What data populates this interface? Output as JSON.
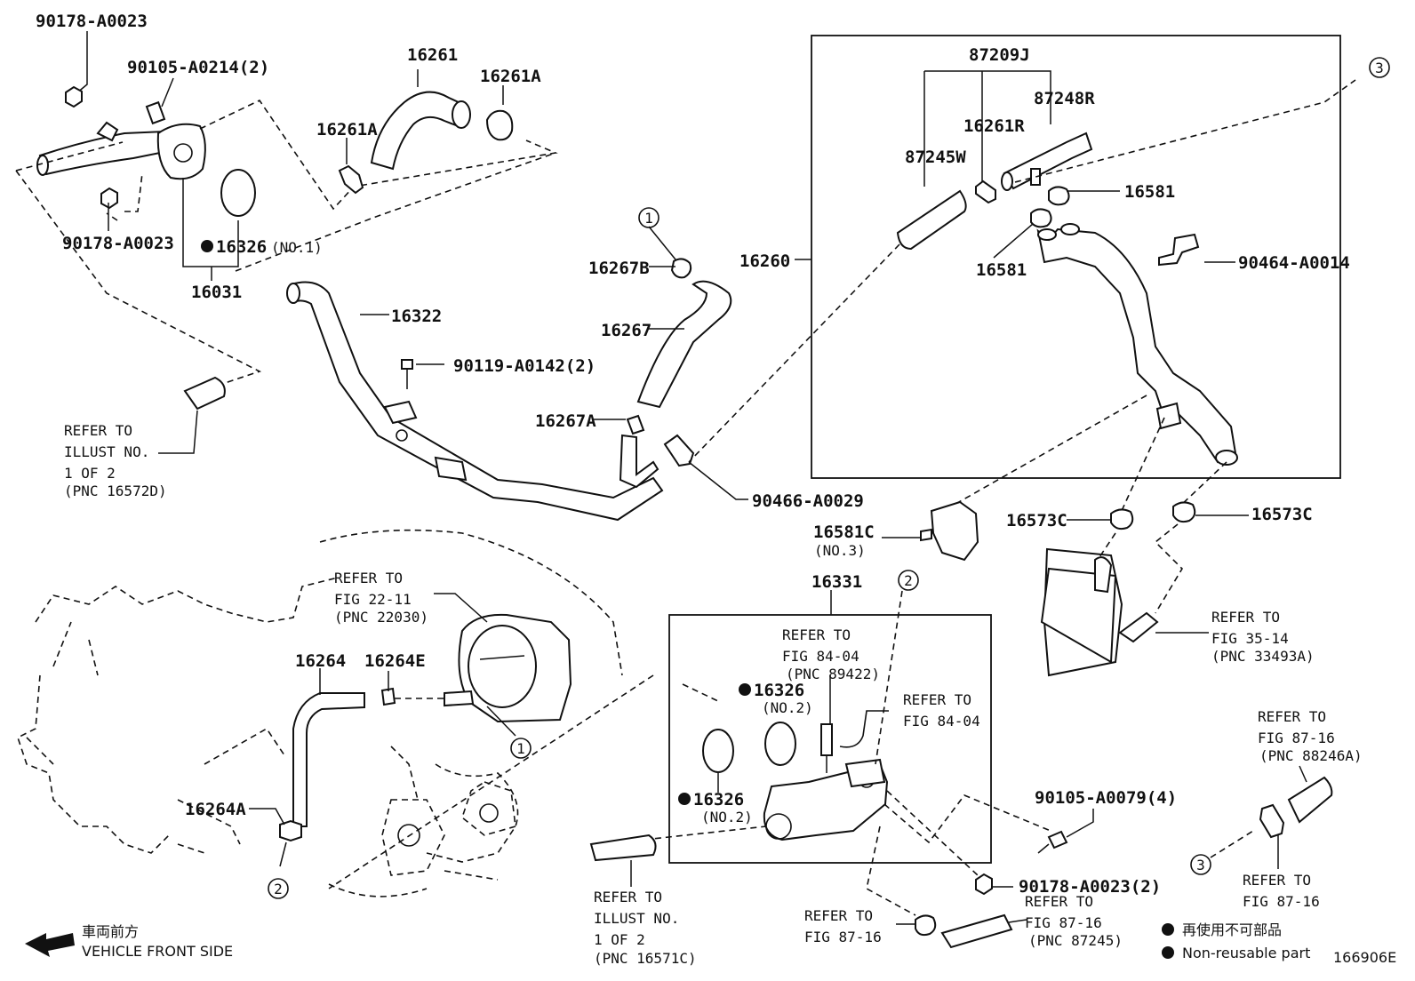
{
  "diagram_id": "166906E",
  "part_numbers": {
    "p90178_a0023_top": "90178-A0023",
    "p90105_a0214": "90105-A0214(2)",
    "p16261": "16261",
    "p16261a_r": "16261A",
    "p16261a_l": "16261A",
    "p90178_a0023_left": "90178-A0023",
    "p16326_no1": "16326",
    "p16326_no1_suffix": "(NO.1)",
    "p16031": "16031",
    "p16322": "16322",
    "p90119_a0142": "90119-A0142(2)",
    "p16267b": "16267B",
    "p16267": "16267",
    "p16267a": "16267A",
    "p90466_a0029": "90466-A0029",
    "p87209j": "87209J",
    "p87248r": "87248R",
    "p16261r": "16261R",
    "p87245w": "87245W",
    "p16581_a": "16581",
    "p16581_b": "16581",
    "p16260": "16260",
    "p90464_a0014": "90464-A0014",
    "p16581c": "16581C",
    "p16581c_suffix": "(NO.3)",
    "p16573c_l": "16573C",
    "p16573c_r": "16573C",
    "p16331": "16331",
    "p16264": "16264",
    "p16264e": "16264E",
    "p16264a": "16264A",
    "p16326_no2_a": "16326",
    "p16326_no2_a_suffix": "(NO.2)",
    "p16326_no2_b": "16326",
    "p16326_no2_b_suffix": "(NO.2)",
    "p90105_a0079": "90105-A0079(4)",
    "p90178_a0023_2": "90178-A0023(2)"
  },
  "refer_notes": {
    "illust_left": [
      "REFER TO",
      "ILLUST NO.",
      "1 OF 2",
      "(PNC 16572D)"
    ],
    "fig22": [
      "REFER TO",
      "FIG 22-11",
      "(PNC 22030)"
    ],
    "fig84_a": [
      "REFER TO",
      "FIG 84-04",
      "(PNC 89422)"
    ],
    "fig84_b": [
      "REFER TO",
      "FIG 84-04"
    ],
    "fig35": [
      "REFER TO",
      "FIG 35-14",
      "(PNC 33493A)"
    ],
    "fig87_a": [
      "REFER TO",
      "FIG 87-16",
      "(PNC 88246A)"
    ],
    "fig87_b": [
      "REFER TO",
      "FIG 87-16"
    ],
    "fig87_c": [
      "REFER TO",
      "FIG 87-16"
    ],
    "fig87_d": [
      "REFER TO",
      "FIG 87-16",
      "(PNC 87245)"
    ],
    "illust_bottom": [
      "REFER TO",
      "ILLUST NO.",
      "1 OF 2",
      "(PNC 16571C)"
    ]
  },
  "callouts": [
    "1",
    "1",
    "2",
    "2",
    "3",
    "3"
  ],
  "legend": {
    "front_jp": "車両前方",
    "front_en": "VEHICLE FRONT SIDE",
    "nonreuse_jp": "再使用不可部品",
    "nonreuse_en": "Non-reusable part"
  }
}
